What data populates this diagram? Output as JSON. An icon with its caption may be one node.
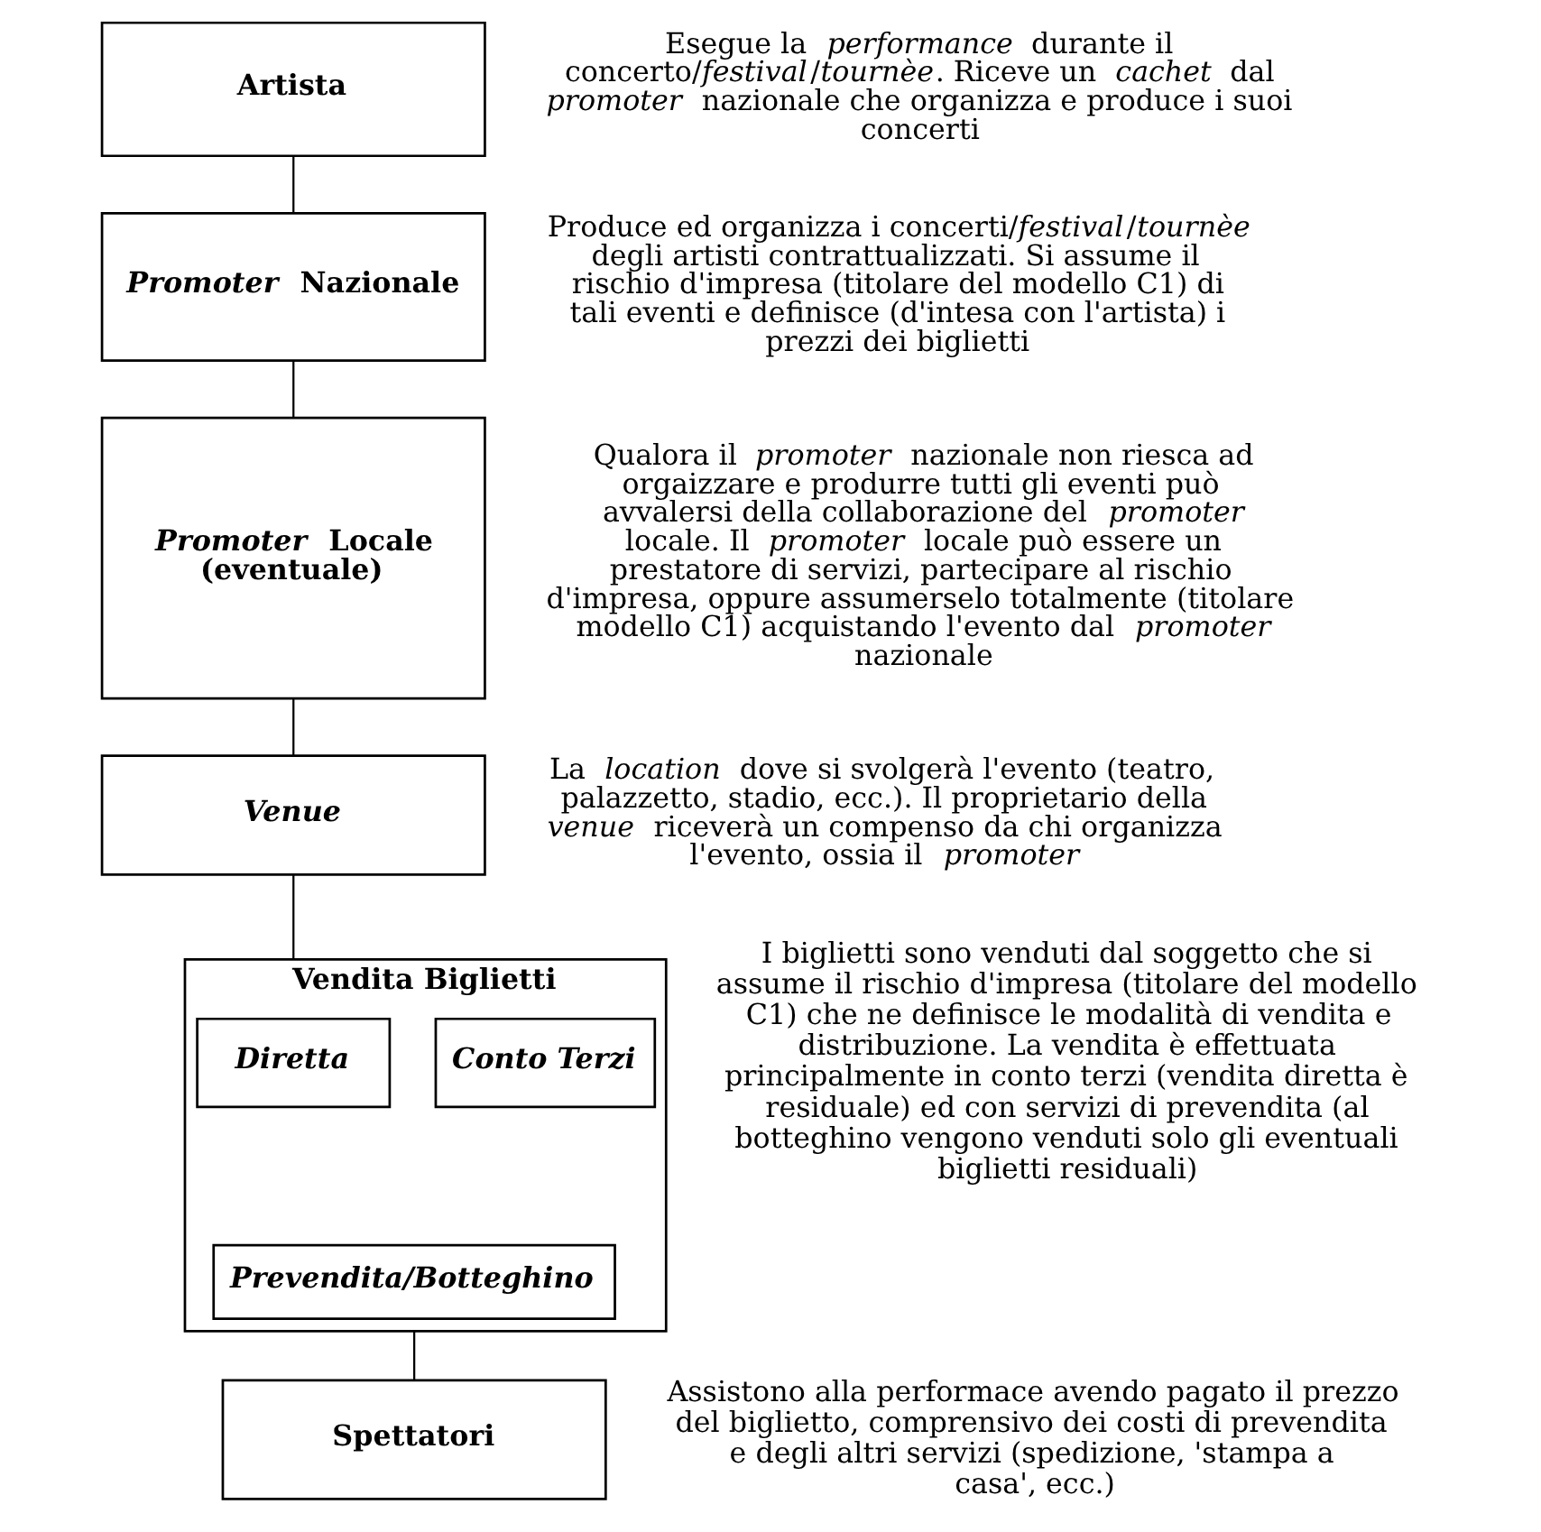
{
  "diagram": {
    "nodes": [
      {
        "text": [
          "Artista"
        ],
        "beside": [
          "Esegue la *performance* durante il concerto/*festival*/*tournèe*. Riceve un *cachet* dal *promoter* nazionale che organizza e produce i suoi concerti"
        ]
      },
      {
        "text": [
          "*Promoter* Nazionale"
        ],
        "beside": [
          "Produce ed organizza i concerti/*festival*/*tournèe* degli artisti contrattualizzati. Si assume il rischio d'impresa (titolare del modello C1) di tali eventi e definisce (d'intesa con l'artista) i prezzi dei biglietti"
        ]
      },
      {
        "text": [
          "*Promoter* Locale (eventuale)"
        ],
        "beside": [
          "Qualora il *promoter* nazionale non riesca ad orgaizzare e produrre tutti gli eventi può avvalersi della collaborazione del *promoter* locale. Il *promoter* locale può essere un prestatore di servizi, partecipare al rischio d'impresa, oppure assumerselo totalmente (titolare modello C1) acquistando l'evento dal *promoter* nazionale"
        ]
      },
      {
        "text": [
          "Venue"
        ],
        "beside": [
          "La *location* dove si svolgerà l'evento (teatro, palazzetto, stadio, ecc.). Il proprietario della *venue* riceverà un compenso da chi organizza l'evento, ossia il *promoter*"
        ]
      },
      {
        "text": [
          "Vendita Biglietti"
        ],
        "beside": [
          "I biglietti sono venduti dal soggetto che si assume il rischio d'impresa (titolare del modello C1) che ne definisce le modalità di vendita e distribuzione. La vendita è effettuata principalmente in conto terzi (vendita diretta è residuale) ed con servizi di prevendita (al botteghino vengono venduti solo gli eventuali biglietti residuali)"
        ]
      },
      {
        "text": [
          "Diretta"
        ],
        "in": 4
      },
      {
        "text": [
          "Conto Terzi"
        ],
        "in": 4
      },
      {
        "text": [
          "Prevendita/Botteghino"
        ],
        "in": 4
      },
      {
        "text": [
          "Spettatori"
        ],
        "beside": [
          "Assistono alla performace avendo pagato il prezzo del biglietto, comprensivo dei costi di prevendita e degli altri servizi (spedizione, 'stampa a casa', ecc.)"
        ]
      }
    ],
    "edges": [
      {
        "from": 0,
        "to": 1,
        "arrow": "none"
      },
      {
        "from": 1,
        "to": 2,
        "arrow": "none"
      },
      {
        "from": 2,
        "to": 3,
        "arrow": "none"
      },
      {
        "from": 3,
        "to": 4,
        "arrow": "none"
      },
      {
        "from": 4,
        "to": 8,
        "arrow": "none"
      }
    ]
  }
}
